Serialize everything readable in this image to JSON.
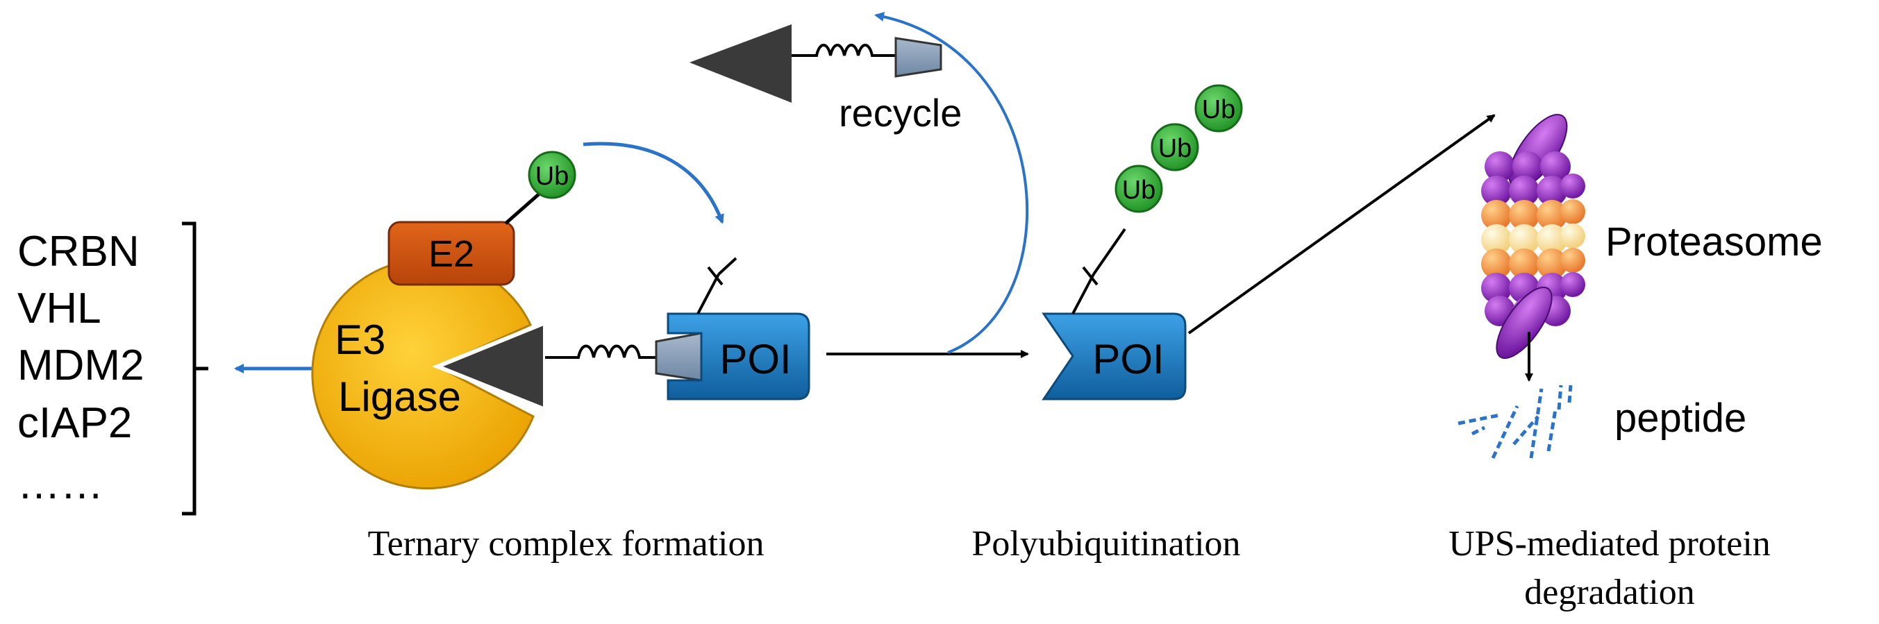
{
  "e3_ligases": {
    "items": [
      "CRBN",
      "VHL",
      "MDM2",
      "cIAP2",
      "……"
    ]
  },
  "labels": {
    "e2": "E2",
    "e3_line1": "E3",
    "e3_line2": "Ligase",
    "ub": "Ub",
    "poi": "POI",
    "recycle": "recycle",
    "proteasome": "Proteasome",
    "peptide": "peptide"
  },
  "captions": {
    "ternary": "Ternary complex formation",
    "polyubiquitination": "Polyubiquitination",
    "ups_line1": "UPS-mediated protein",
    "ups_line2": "degradation"
  },
  "colors": {
    "ub_green": "#2ba530",
    "e2_orange": "#d4550e",
    "e3_yellow": "#f7b800",
    "poi_blue": "#1778c4",
    "arrow_blue": "#2a73c8",
    "protac_dark": "#3a3a3a",
    "linker_gray": "#8ea3bd",
    "proteasome_purple": "#9a35c9",
    "proteasome_orange": "#f59a45",
    "proteasome_cream": "#fbe6a8"
  }
}
